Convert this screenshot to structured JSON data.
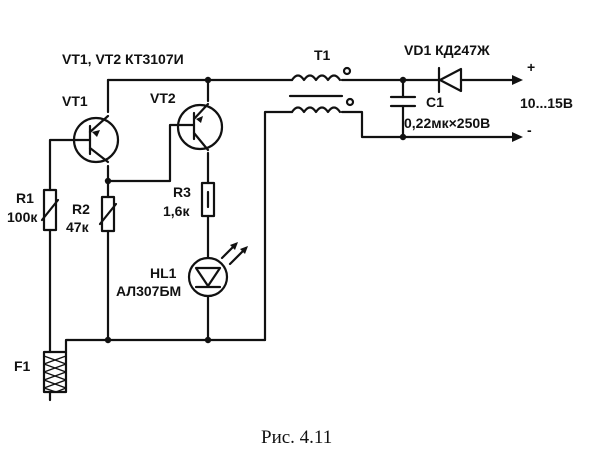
{
  "labels": {
    "transistors_type": "VT1, VT2  КТ3107И",
    "vt1": "VT1",
    "vt2": "VT2",
    "t1": "T1",
    "vd1": "VD1  КД247Ж",
    "plus": "+",
    "minus": "-",
    "c1": "C1",
    "c1_value": "0,22мк×250В",
    "output_voltage": "10...15В",
    "r1": "R1",
    "r1_value": "100к",
    "r2": "R2",
    "r2_value": "47к",
    "r3": "R3",
    "r3_value": "1,6к",
    "hl1": "HL1",
    "hl1_type": "АЛ307БМ",
    "f1": "F1"
  },
  "caption": "Рис. 4.11"
}
